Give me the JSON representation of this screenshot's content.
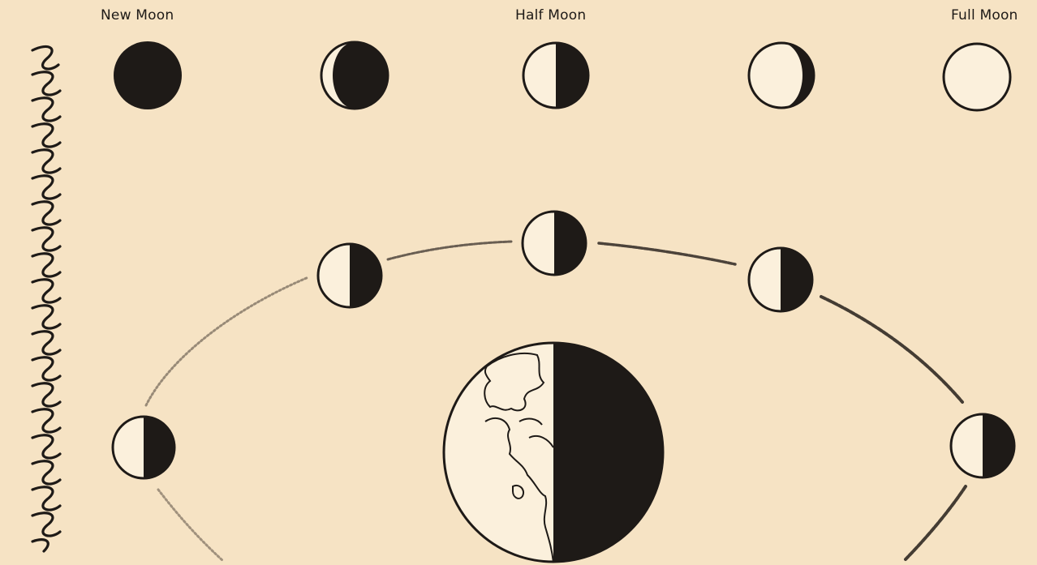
{
  "phase_labels": {
    "new_moon": "New Moon",
    "half_moon": "Half Moon",
    "full_moon": "Full Moon"
  },
  "colors": {
    "paper": "#f6e3c4",
    "ink": "#1e1a17",
    "moon_light": "#fbf0dc"
  },
  "icons": {
    "earth": "earth-half-lit-icon",
    "moon": "moon-phase-icon",
    "orbit": "chalk-orbit-path",
    "scribble": "decorative-scribble"
  }
}
